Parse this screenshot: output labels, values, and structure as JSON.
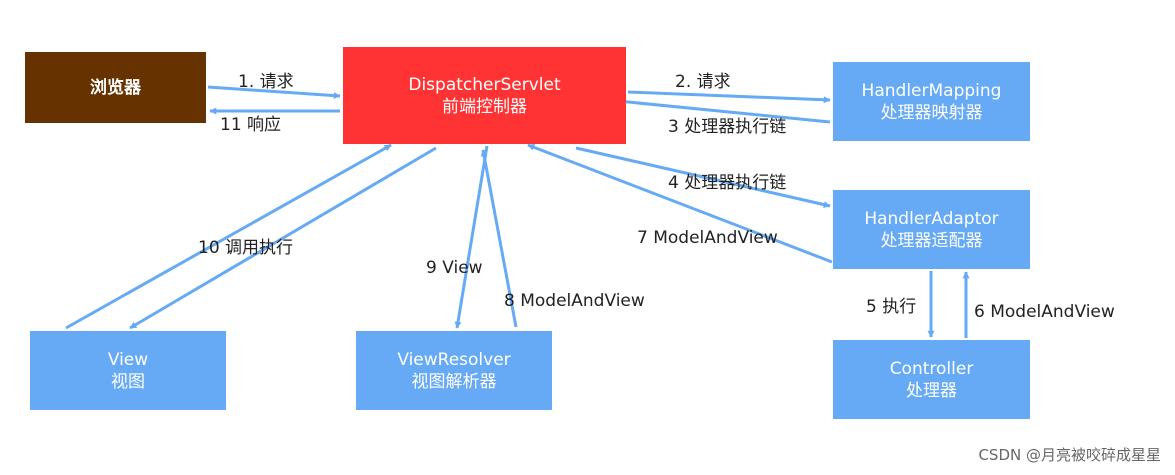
{
  "nodes": {
    "browser": {
      "line1": "浏览器"
    },
    "dispatcher": {
      "line1": "DispatcherServlet",
      "line2": "前端控制器"
    },
    "handler_mapping": {
      "line1": "HandlerMapping",
      "line2": "处理器映射器"
    },
    "handler_adaptor": {
      "line1": "HandlerAdaptor",
      "line2": "处理器适配器"
    },
    "controller": {
      "line1": "Controller",
      "line2": "处理器"
    },
    "view": {
      "line1": "View",
      "line2": "视图"
    },
    "view_resolver": {
      "line1": "ViewResolver",
      "line2": "视图解析器"
    }
  },
  "edges": {
    "e1": "1. 请求",
    "e11": "11 响应",
    "e2": "2. 请求",
    "e3": "3 处理器执行链",
    "e4": "4 处理器执行链",
    "e7": "7 ModelAndView",
    "e10": "10 调用执行",
    "e9": "9 View",
    "e8": "8 ModelAndView",
    "e5": "5 执行",
    "e6": "6 ModelAndView"
  },
  "colors": {
    "browser": "#663300",
    "dispatcher": "#ff3333",
    "component": "#66aaf5",
    "arrow": "#66aaf5"
  },
  "watermark": "CSDN @月亮被咬碎成星星"
}
